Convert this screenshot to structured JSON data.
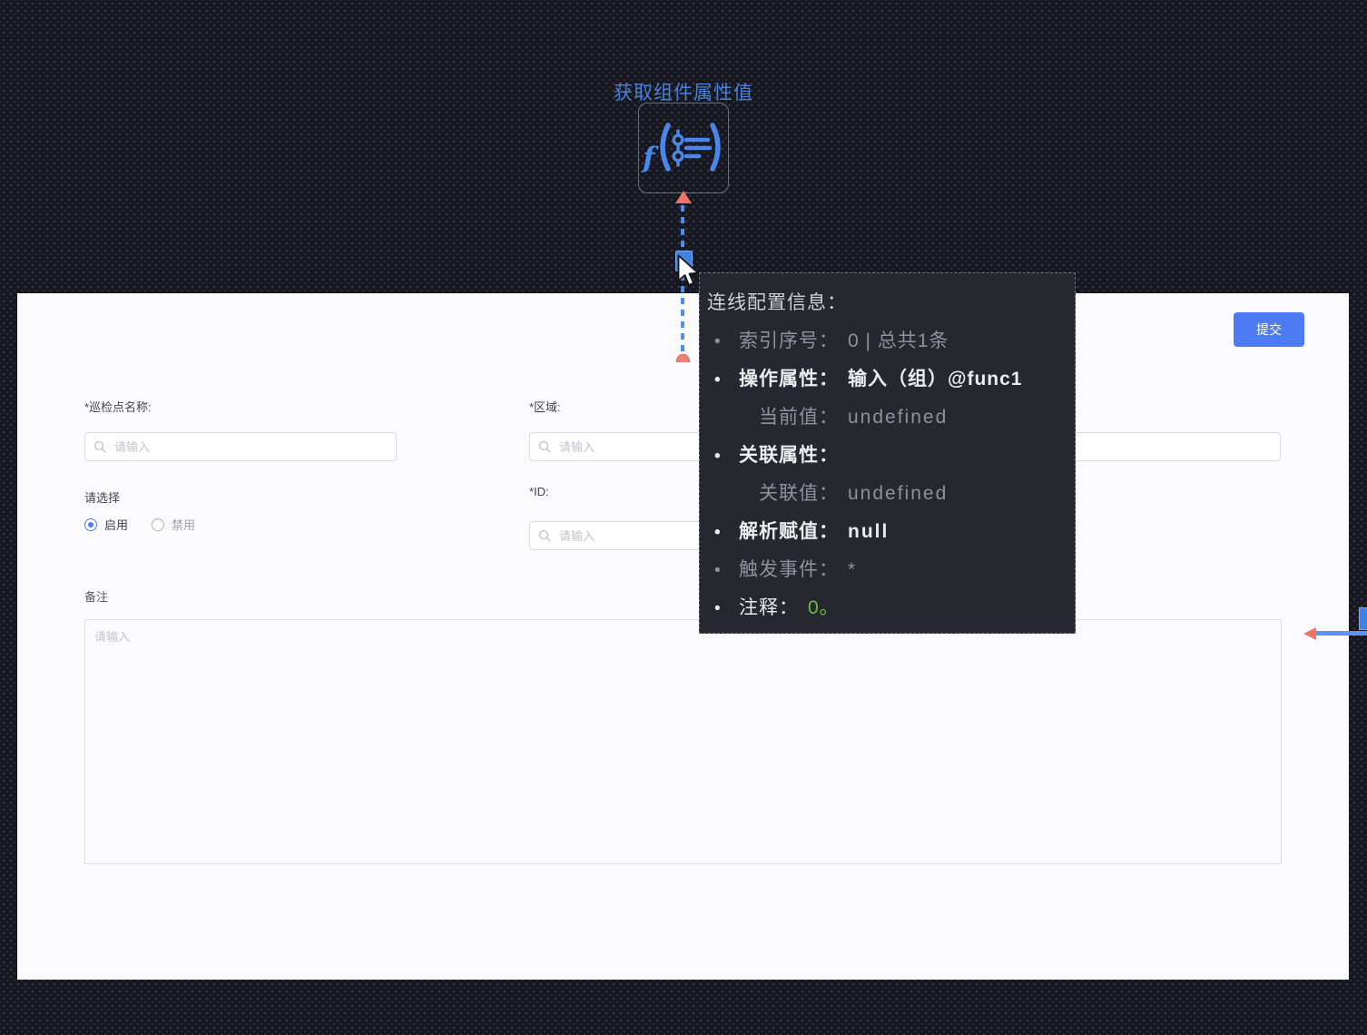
{
  "colors": {
    "accent_blue": "#4d7cf5",
    "icon_blue": "#4a87e8",
    "edge_dash_blue": "#4d8df5",
    "marker_red": "#ee7468",
    "value_green": "#67c23a",
    "node_title_blue": "#4a80dc"
  },
  "canvas": {
    "node": {
      "title": "获取组件属性值",
      "icon": "function-params-icon"
    },
    "edge_tooltip": {
      "title": "连线配置信息：",
      "rows": [
        {
          "label": "索引序号：",
          "value": "0 | 总共1条"
        },
        {
          "label": "操作属性：",
          "value": "输入（组）@func1"
        },
        {
          "label": "当前值：",
          "value": "undefined"
        },
        {
          "label": "关联属性：",
          "value": ""
        },
        {
          "label": "关联值：",
          "value": "undefined"
        },
        {
          "label": "解析赋值：",
          "value": "null"
        },
        {
          "label": "触发事件：",
          "value": "*"
        },
        {
          "label": "注释：",
          "value": "0。"
        }
      ]
    }
  },
  "form": {
    "submit_label": "提交",
    "fields": {
      "name": {
        "label": "*巡检点名称:",
        "placeholder": "请输入",
        "value": ""
      },
      "area": {
        "label": "*区域:",
        "placeholder": "请输入",
        "value": ""
      },
      "status": {
        "label": "请选择",
        "options": [
          {
            "label": "启用",
            "selected": true
          },
          {
            "label": "禁用",
            "selected": false
          }
        ]
      },
      "id": {
        "label": "*ID:",
        "placeholder": "请输入",
        "value": ""
      },
      "remark": {
        "label": "备注",
        "placeholder": "请输入",
        "value": ""
      }
    }
  }
}
